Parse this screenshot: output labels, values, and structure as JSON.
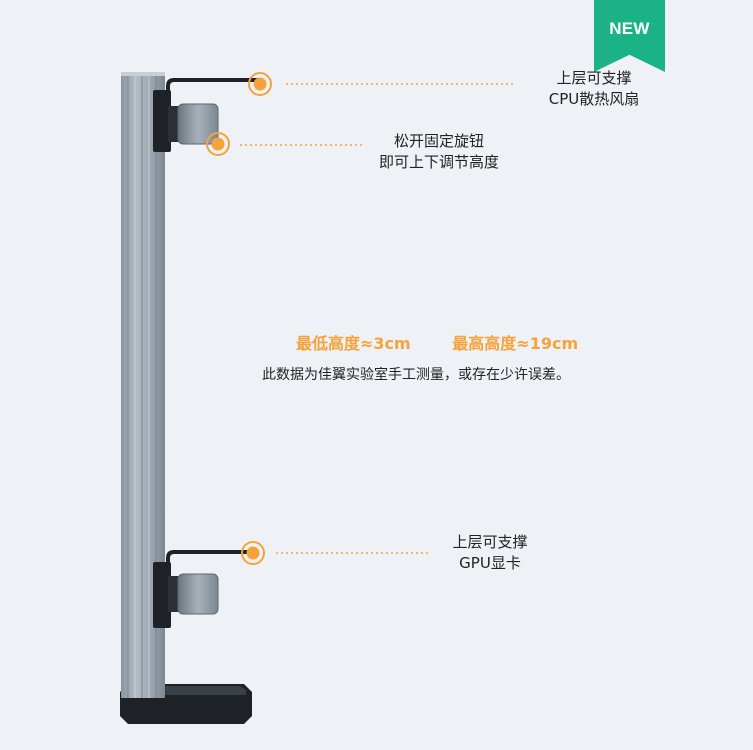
{
  "badge": {
    "label": "NEW",
    "color": "#1bb385"
  },
  "callouts": [
    {
      "lines": [
        "上层可支撑",
        "CPU散热风扇"
      ]
    },
    {
      "lines": [
        "松开固定旋钮",
        "即可上下调节高度"
      ]
    },
    {
      "lines": [
        "上层可支撑",
        "GPU显卡"
      ]
    }
  ],
  "heights": {
    "min": "最低高度≈3cm",
    "max": "最高高度≈19cm"
  },
  "note": "此数据为佳翼实验室手工测量，或存在少许误差。",
  "colors": {
    "accent": "#f5a33a",
    "background": "#eef1f5",
    "text": "#222222"
  }
}
